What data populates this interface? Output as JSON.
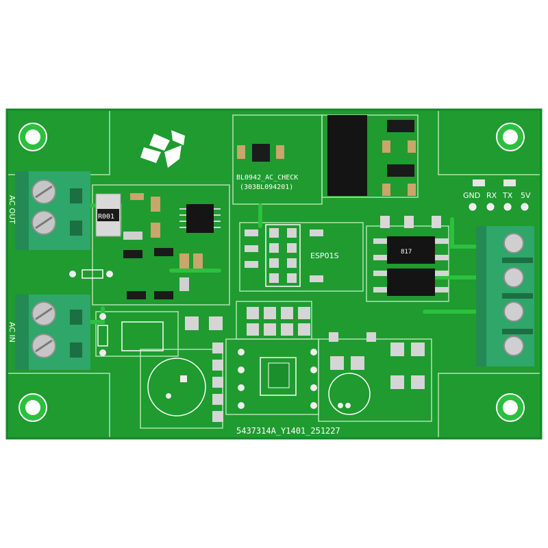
{
  "photo": {
    "subject": "green printed circuit board",
    "colors": {
      "board": "#1f9b2f",
      "board_edge": "#15862a",
      "trace": "#2cc13e",
      "silkscreen": "#ffffff",
      "terminal_block": "#2fa66a",
      "background": "#ffffff"
    }
  },
  "labels": {
    "module_name": "BL0942_AC_CHECK",
    "module_code": "(303BL094201)",
    "esp_header": "ESP01S",
    "ac_out": "AC OUT",
    "ac_in": "AC IN",
    "pin_gnd": "GND",
    "pin_rx": "RX",
    "pin_tx": "TX",
    "pin_5v": "5V",
    "shunt_marking": "R001",
    "optocoupler_marking": "817",
    "board_serial": "5437314A_Y1401_251227"
  },
  "icons": [
    "company-logo-icon"
  ]
}
